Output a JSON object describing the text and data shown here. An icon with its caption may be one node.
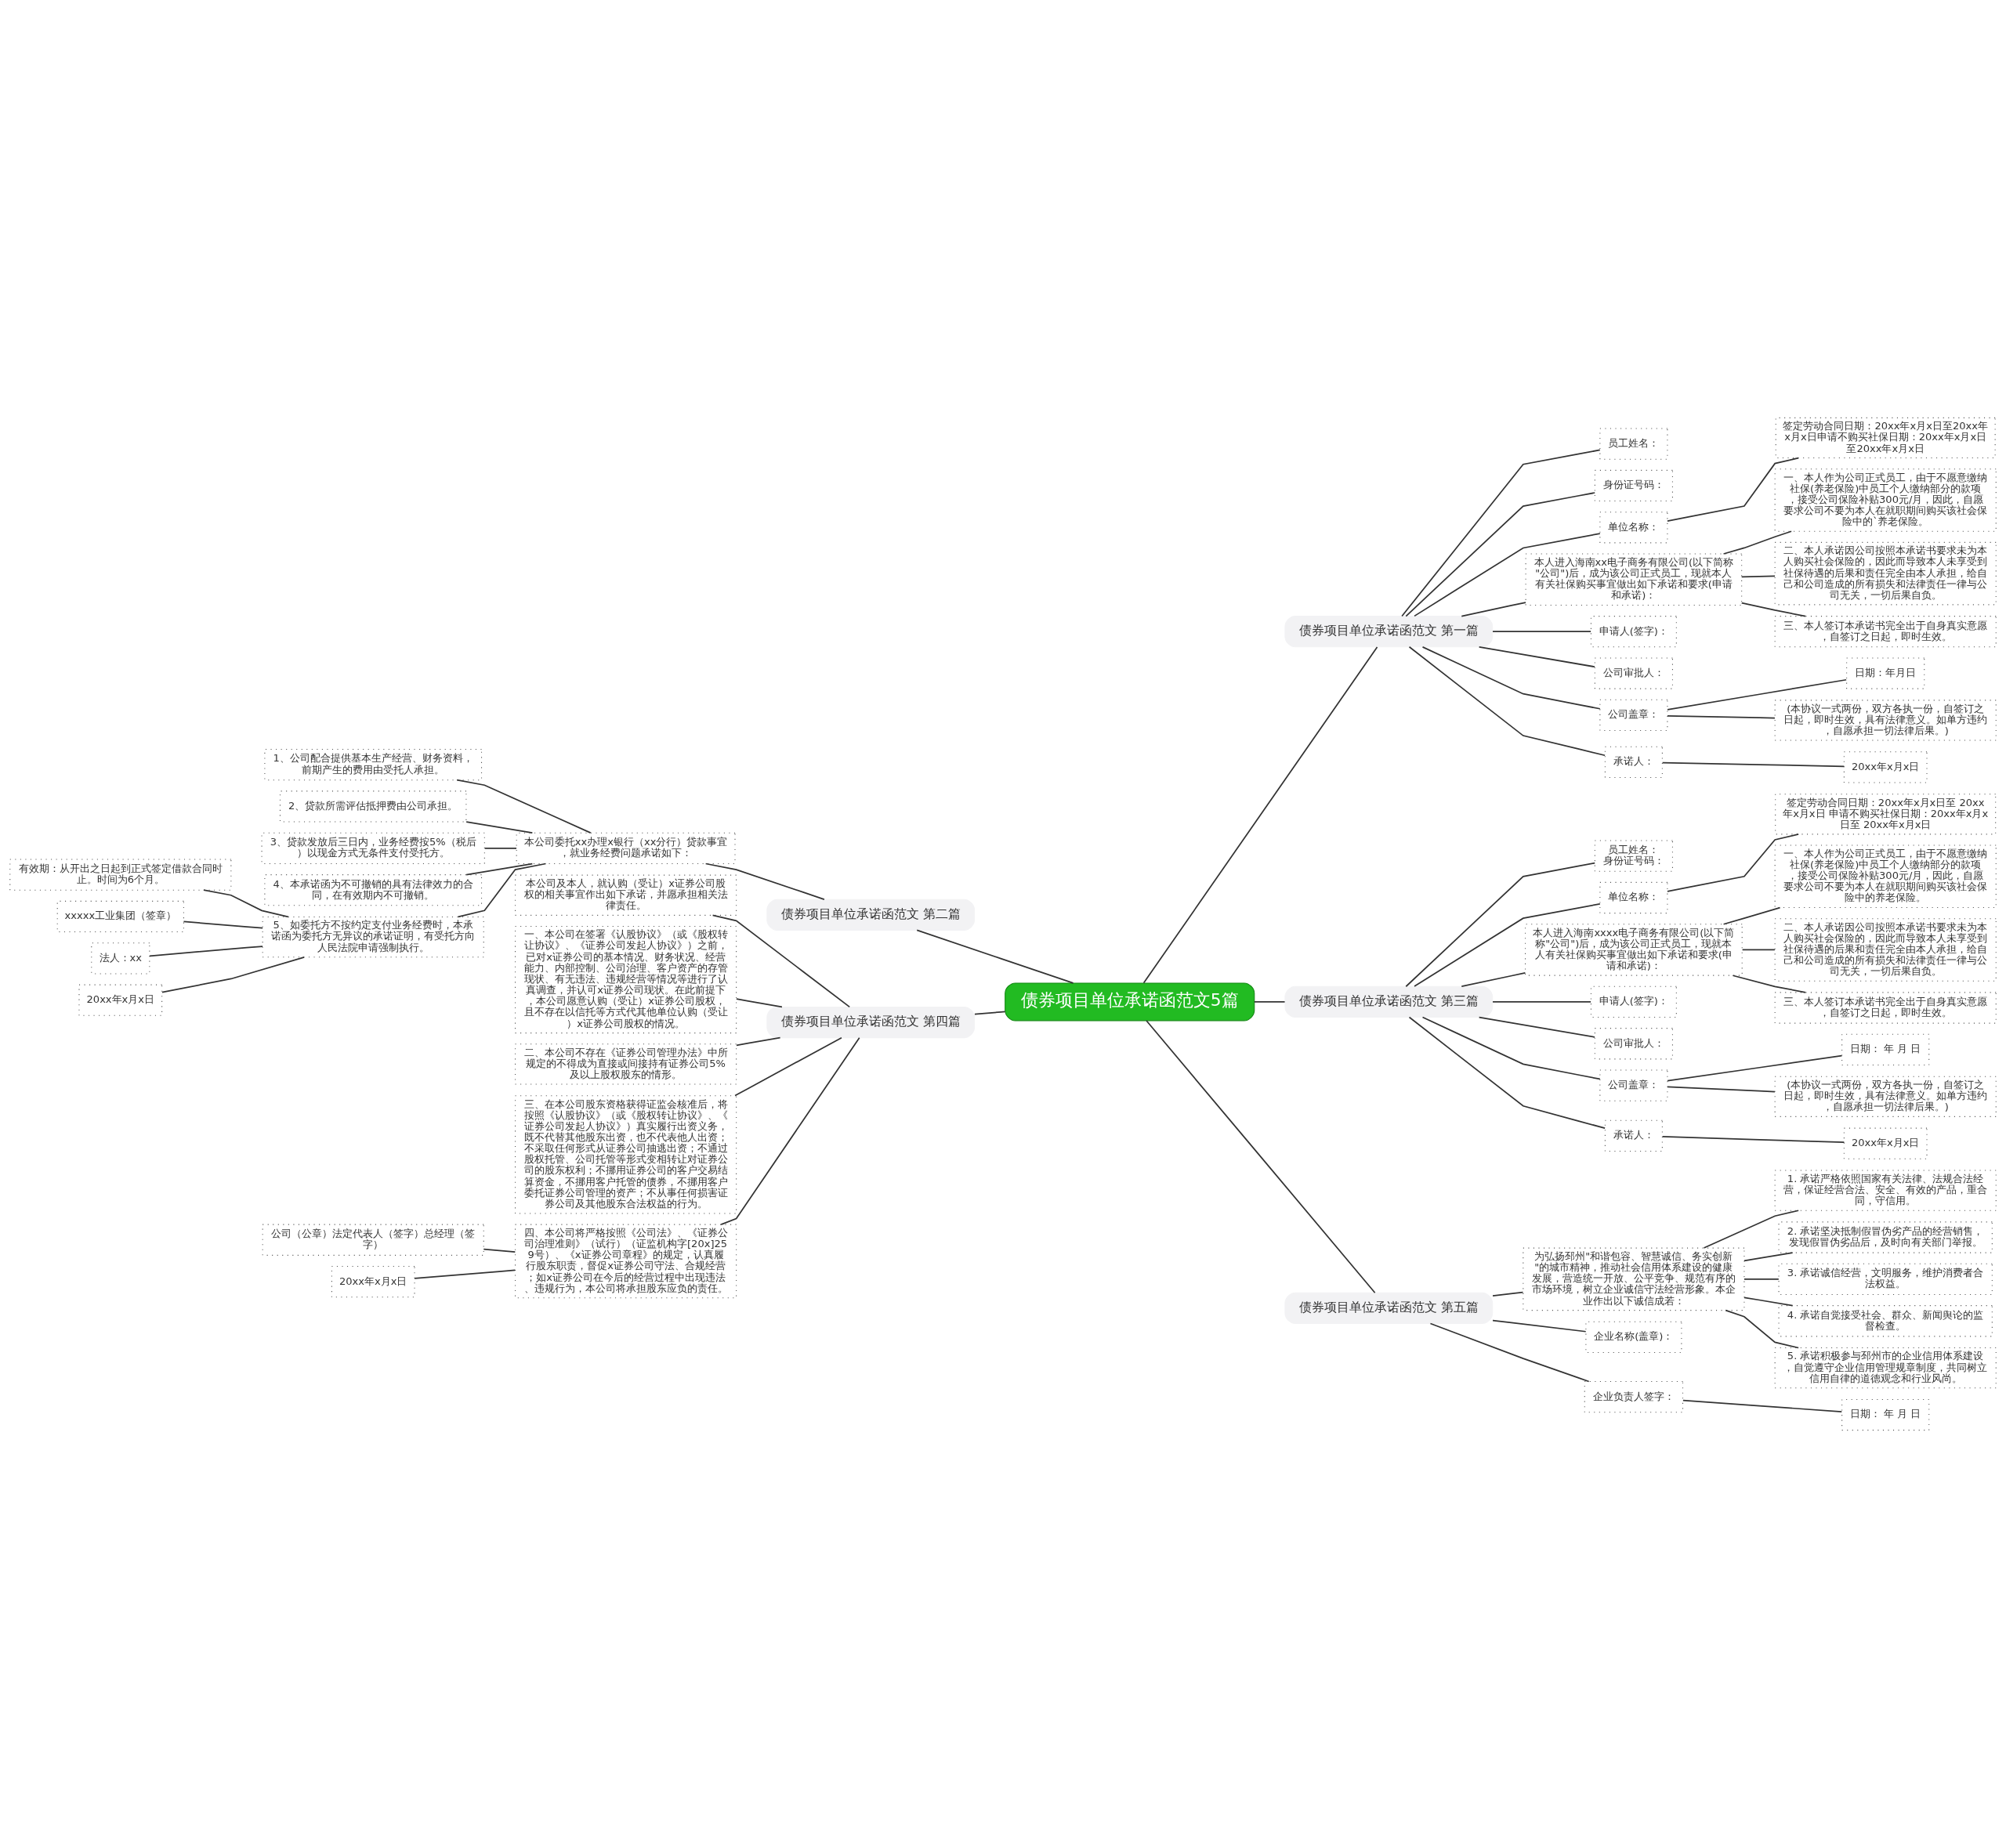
{
  "diagram": {
    "nodes": [
      {
        "text": [
          "债券项目单位承诺函范文5篇"
        ]
      },
      {
        "text": [
          "债券项目单位承诺函范文 第一篇"
        ]
      },
      {
        "text": [
          "员工姓名："
        ]
      },
      {
        "text": [
          "身份证号码："
        ]
      },
      {
        "text": [
          "单位名称："
        ]
      },
      {
        "text": [
          "签定劳动合同日期：20xx年x月x日至20xx年x月x日申请不购买社保日期：20xx年x月x日至20xx年x月x日"
        ]
      },
      {
        "text": [
          "本人进入海南xx电子商务有限公司(以下简称\"公司\")后，成为该公司正式员工，现就本人有关社保购买事宜做出如下承诺和要求(申请和承诺)："
        ]
      },
      {
        "text": [
          "一、本人作为公司正式员工，由于不愿意缴纳社保(养老保险)中员工个人缴纳部分的款项，接受公司保险补贴300元/月，因此，自愿要求公司不要为本人在就职期间购买该社会保险中的`养老保险。"
        ]
      },
      {
        "text": [
          "二、本人承诺因公司按照本承诺书要求未为本人购买社会保险的，因此而导致本人未享受到社保待遇的后果和责任完全由本人承担，给自己和公司造成的所有损失和法律责任一律与公司无关，一切后果自负。"
        ]
      },
      {
        "text": [
          "三、本人签订本承诺书完全出于自身真实意愿，自签订之日起，即时生效。"
        ]
      },
      {
        "text": [
          "申请人(签字)："
        ]
      },
      {
        "text": [
          "公司审批人："
        ]
      },
      {
        "text": [
          "公司盖章："
        ]
      },
      {
        "text": [
          "日期：年月日"
        ]
      },
      {
        "text": [
          "(本协议一式两份，双方各执一份，自签订之日起，即时生效，具有法律意义。如单方违约，自愿承担一切法律后果。)"
        ]
      },
      {
        "text": [
          "承诺人："
        ]
      },
      {
        "text": [
          "20xx年x月x日"
        ]
      },
      {
        "text": [
          "债券项目单位承诺函范文 第二篇"
        ]
      },
      {
        "text": [
          "本公司委托xx办理x银行（xx分行）贷款事宜，就业务经费问题承诺如下："
        ]
      },
      {
        "text": [
          "1、公司配合提供基本生产经营、财务资料，前期产生的费用由受托人承担。"
        ]
      },
      {
        "text": [
          "2、贷款所需评估抵押费由公司承担。"
        ]
      },
      {
        "text": [
          "3、贷款发放后三日内，业务经费按5%（税后）以现金方式无条件支付受托方。"
        ]
      },
      {
        "text": [
          "4、本承诺函为不可撤销的具有法律效力的合同，在有效期内不可撤销。"
        ]
      },
      {
        "text": [
          "5、如委托方不按约定支付业务经费时，本承诺函为委托方无异议的承诺证明，有受托方向人民法院申请强制执行。"
        ]
      },
      {
        "text": [
          "有效期：从开出之日起到正式签定借款合同时止。时间为6个月。"
        ]
      },
      {
        "text": [
          "xxxxx工业集团（签章）"
        ]
      },
      {
        "text": [
          "法人：xx"
        ]
      },
      {
        "text": [
          "20xx年x月x日"
        ]
      },
      {
        "text": [
          "债券项目单位承诺函范文 第三篇"
        ]
      },
      {
        "text": [
          "员工姓名：",
          "身份证号码："
        ]
      },
      {
        "text": [
          "单位名称："
        ]
      },
      {
        "text": [
          "签定劳动合同日期：20xx年x月x日至 20xx年x月x日 申请不购买社保日期：20xx年x月x日至 20xx年x月x日"
        ]
      },
      {
        "text": [
          "本人进入海南xxxx电子商务有限公司(以下简称\"公司\")后，成为该公司正式员工，现就本人有关社保购买事宜做出如下承诺和要求(申请和承诺)："
        ]
      },
      {
        "text": [
          "一、本人作为公司正式员工，由于不愿意缴纳社保(养老保险)中员工个人缴纳部分的款项，接受公司保险补贴300元/月，因此，自愿要求公司不要为本人在就职期间购买该社会保险中的养老保险。"
        ]
      },
      {
        "text": [
          "二、本人承诺因公司按照本承诺书要求未为本人购买社会保险的，因此而导致本人未享受到社保待遇的后果和责任完全由本人承担，给自己和公司造成的所有损失和法律责任一律与公司无关，一切后果自负。"
        ]
      },
      {
        "text": [
          "三、本人签订本承诺书完全出于自身真实意愿，自签订之日起，即时生效。"
        ]
      },
      {
        "text": [
          "申请人(签字)："
        ]
      },
      {
        "text": [
          "公司审批人："
        ]
      },
      {
        "text": [
          "公司盖章："
        ]
      },
      {
        "text": [
          "日期： 年 月 日"
        ]
      },
      {
        "text": [
          "(本协议一式两份，双方各执一份，自签订之日起，即时生效，具有法律意义。如单方违约，自愿承担一切法律后果。)"
        ]
      },
      {
        "text": [
          "承诺人："
        ]
      },
      {
        "text": [
          "20xx年x月x日"
        ]
      },
      {
        "text": [
          "债券项目单位承诺函范文 第四篇"
        ]
      },
      {
        "text": [
          "本公司及本人，就认购（受让）x证券公司股权的相关事宜作出如下承诺，并愿承担相关法律责任。"
        ]
      },
      {
        "text": [
          "一、本公司在签署《认股协议》（或《股权转让协议》、《证券公司发起人协议》）之前，已对x证券公司的基本情况、财务状况、经营能力、内部控制、公司治理、客户资产的存管现状、有无违法、违规经营等情况等进行了认真调查，并认可x证券公司现状。在此前提下，本公司愿意认购（受让）x证券公司股权，且不存在以信托等方式代其他单位认购（受让）x证券公司股权的情况。"
        ]
      },
      {
        "text": [
          "二、本公司不存在《证券公司管理办法》中所规定的不得成为直接或间接持有证券公司5%及以上股权股东的情形。"
        ]
      },
      {
        "text": [
          "三、在本公司股东资格获得证监会核准后，将按照《认股协议》（或《股权转让协议》、《证券公司发起人协议》）真实履行出资义务，既不代替其他股东出资，也不代表他人出资；不采取任何形式从证券公司抽逃出资；不通过股权托管、公司托管等形式变相转让对证券公司的股东权利；不挪用证券公司的客户交易结算资金，不挪用客户托管的债券，不挪用客户委托证券公司管理的资产；不从事任何损害证券公司及其他股东合法权益的行为。"
        ]
      },
      {
        "text": [
          "四、本公司将严格按照《公司法》、《证券公司治理准则》（试行）（证监机构字[20x]259号）、《x证券公司章程》的规定，认真履行股东职责，督促x证券公司守法、合规经营；如x证券公司在今后的经营过程中出现违法、违规行为，本公司将承担股东应负的责任。"
        ]
      },
      {
        "text": [
          "公司（公章）法定代表人（签字）总经理（签字）"
        ]
      },
      {
        "text": [
          "20xx年x月x日"
        ]
      },
      {
        "text": [
          "债券项目单位承诺函范文 第五篇"
        ]
      },
      {
        "text": [
          "为弘扬邳州\"和谐包容、智慧诚信、务实创新\"的城市精神，推动社会信用体系建设的健康发展，营造统一开放、公平竞争、规范有序的市场环境，树立企业诚信守法经营形象。本企业作出以下诚信成若："
        ]
      },
      {
        "text": [
          "1. 承诺严格依照国家有关法律、法规合法经营，保证经营合法、安全、有效的产品，重合同，守信用。"
        ]
      },
      {
        "text": [
          "2. 承诺坚决抵制假冒伪劣产品的经营销售，发现假冒伪劣品后，及时向有关部门举报。"
        ]
      },
      {
        "text": [
          "3. 承诺诚信经营，文明服务，维护消费者合法权益。"
        ]
      },
      {
        "text": [
          "4. 承诺自觉接受社会、群众、新闻舆论的监督检查。"
        ]
      },
      {
        "text": [
          "5. 承诺积极参与邳州市的企业信用体系建设，自觉遵守企业信用管理规章制度，共同树立信用自律的道德观念和行业风尚。"
        ]
      },
      {
        "text": [
          "企业名称(盖章)："
        ]
      },
      {
        "text": [
          "企业负责人签字："
        ]
      },
      {
        "text": [
          "日期： 年 月 日"
        ]
      }
    ],
    "edges": [
      {
        "from": 0,
        "to": 1,
        "arrow": "none"
      },
      {
        "from": 1,
        "to": 2,
        "arrow": "none"
      },
      {
        "from": 1,
        "to": 3,
        "arrow": "none"
      },
      {
        "from": 1,
        "to": 4,
        "arrow": "none"
      },
      {
        "from": 4,
        "to": 5,
        "arrow": "none"
      },
      {
        "from": 1,
        "to": 6,
        "arrow": "none"
      },
      {
        "from": 6,
        "to": 7,
        "arrow": "none"
      },
      {
        "from": 6,
        "to": 8,
        "arrow": "none"
      },
      {
        "from": 6,
        "to": 9,
        "arrow": "none"
      },
      {
        "from": 1,
        "to": 10,
        "arrow": "none"
      },
      {
        "from": 1,
        "to": 11,
        "arrow": "none"
      },
      {
        "from": 1,
        "to": 12,
        "arrow": "none"
      },
      {
        "from": 12,
        "to": 13,
        "arrow": "none"
      },
      {
        "from": 12,
        "to": 14,
        "arrow": "none"
      },
      {
        "from": 1,
        "to": 15,
        "arrow": "none"
      },
      {
        "from": 15,
        "to": 16,
        "arrow": "none"
      },
      {
        "from": 0,
        "to": 17,
        "arrow": "none"
      },
      {
        "from": 17,
        "to": 18,
        "arrow": "none"
      },
      {
        "from": 18,
        "to": 19,
        "arrow": "none"
      },
      {
        "from": 18,
        "to": 20,
        "arrow": "none"
      },
      {
        "from": 18,
        "to": 21,
        "arrow": "none"
      },
      {
        "from": 18,
        "to": 22,
        "arrow": "none"
      },
      {
        "from": 18,
        "to": 23,
        "arrow": "none"
      },
      {
        "from": 23,
        "to": 24,
        "arrow": "none"
      },
      {
        "from": 23,
        "to": 25,
        "arrow": "none"
      },
      {
        "from": 23,
        "to": 26,
        "arrow": "none"
      },
      {
        "from": 23,
        "to": 27,
        "arrow": "none"
      },
      {
        "from": 0,
        "to": 28,
        "arrow": "none"
      },
      {
        "from": 28,
        "to": 29,
        "arrow": "none"
      },
      {
        "from": 28,
        "to": 30,
        "arrow": "none"
      },
      {
        "from": 30,
        "to": 31,
        "arrow": "none"
      },
      {
        "from": 28,
        "to": 32,
        "arrow": "none"
      },
      {
        "from": 32,
        "to": 33,
        "arrow": "none"
      },
      {
        "from": 32,
        "to": 34,
        "arrow": "none"
      },
      {
        "from": 32,
        "to": 35,
        "arrow": "none"
      },
      {
        "from": 28,
        "to": 36,
        "arrow": "none"
      },
      {
        "from": 28,
        "to": 37,
        "arrow": "none"
      },
      {
        "from": 28,
        "to": 38,
        "arrow": "none"
      },
      {
        "from": 38,
        "to": 39,
        "arrow": "none"
      },
      {
        "from": 38,
        "to": 40,
        "arrow": "none"
      },
      {
        "from": 28,
        "to": 41,
        "arrow": "none"
      },
      {
        "from": 41,
        "to": 42,
        "arrow": "none"
      },
      {
        "from": 0,
        "to": 43,
        "arrow": "none"
      },
      {
        "from": 43,
        "to": 44,
        "arrow": "none"
      },
      {
        "from": 43,
        "to": 45,
        "arrow": "none"
      },
      {
        "from": 43,
        "to": 46,
        "arrow": "none"
      },
      {
        "from": 43,
        "to": 47,
        "arrow": "none"
      },
      {
        "from": 43,
        "to": 48,
        "arrow": "none"
      },
      {
        "from": 48,
        "to": 49,
        "arrow": "none"
      },
      {
        "from": 48,
        "to": 50,
        "arrow": "none"
      },
      {
        "from": 0,
        "to": 51,
        "arrow": "none"
      },
      {
        "from": 51,
        "to": 52,
        "arrow": "none"
      },
      {
        "from": 52,
        "to": 53,
        "arrow": "none"
      },
      {
        "from": 52,
        "to": 54,
        "arrow": "none"
      },
      {
        "from": 52,
        "to": 55,
        "arrow": "none"
      },
      {
        "from": 52,
        "to": 56,
        "arrow": "none"
      },
      {
        "from": 52,
        "to": 57,
        "arrow": "none"
      },
      {
        "from": 51,
        "to": 58,
        "arrow": "none"
      },
      {
        "from": 51,
        "to": 59,
        "arrow": "none"
      },
      {
        "from": 59,
        "to": 60,
        "arrow": "none"
      }
    ]
  }
}
